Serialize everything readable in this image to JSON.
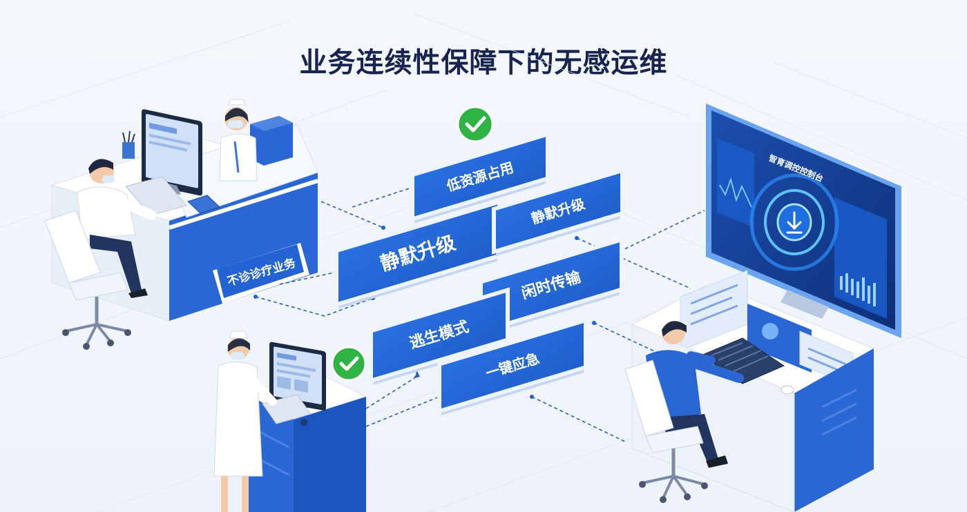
{
  "title": "业务连续性保障下的无感运维",
  "left_station": {
    "desk_label": "不诊诊疗业务"
  },
  "right_station": {
    "console_title": "智育调控控制台"
  },
  "features": [
    {
      "label": "低资源占用"
    },
    {
      "label": "静默升级"
    },
    {
      "label": "静默升级"
    },
    {
      "label": "闲时传输"
    },
    {
      "label": "逃生模式"
    },
    {
      "label": "一键应急"
    }
  ],
  "colors": {
    "title": "#17244f",
    "tile_blue": "#1e63d6",
    "tile_edge": "#dbe6f8",
    "check_green": "#2fb344",
    "connector": "#2c5fb0",
    "background": "#f2f6fc"
  },
  "icons": {
    "check": "check-circle-icon",
    "download": "download-icon"
  }
}
